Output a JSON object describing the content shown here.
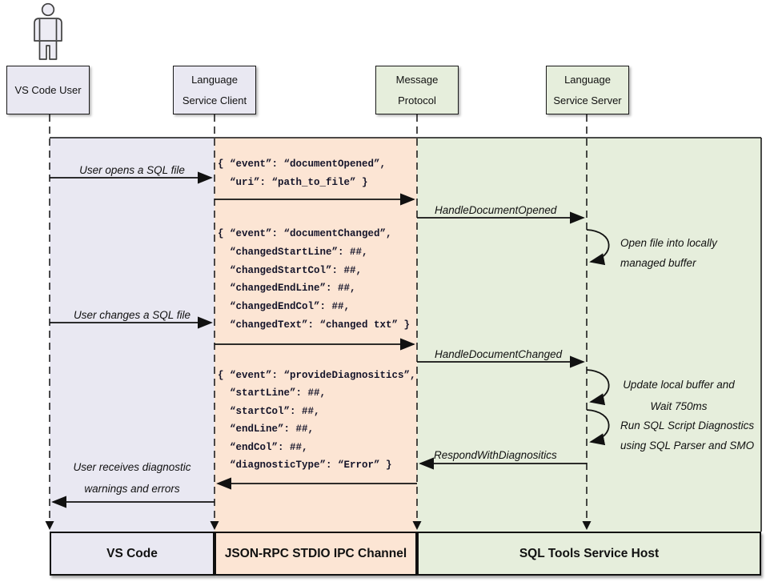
{
  "title_boxes": {
    "user": "VS Code User",
    "client": "Language Service Client",
    "protocol": "Message Protocol",
    "server": "Language Service Server"
  },
  "labels": {
    "user_opens": "User opens a SQL file",
    "handle_opened": "HandleDocumentOpened",
    "open_file_note": "Open file into locally\nmanaged buffer",
    "user_changes": "User changes a SQL file",
    "handle_changed": "HandleDocumentChanged",
    "update_note": "Update local buffer and\nWait 750ms",
    "run_note": "Run SQL Script Diagnostics\nusing SQL Parser and SMO",
    "respond": "RespondWithDiagnositics",
    "user_receives": "User receives diagnostic\nwarnings and errors"
  },
  "json_messages": {
    "document_opened": "{ “event”: “documentOpened”,\n  “uri”: “path_to_file” }",
    "document_changed": "{ “event”: “documentChanged”,\n  “changedStartLine”: ##,\n  “changedStartCol”: ##,\n  “changedEndLine”: ##,\n  “changedEndCol”: ##,\n  “changedText”: “changed txt” }",
    "provide_diagnostics": "{ “event”: “provideDiagnositics”,\n  “startLine”: ##,\n  “startCol”: ##,\n  “endLine”: ##,\n  “endCol”: ##,\n  “diagnosticType”: “Error” }"
  },
  "footer": {
    "vscode": "VS Code",
    "ipc": "JSON-RPC STDIO IPC Channel",
    "host": "SQL Tools Service Host"
  },
  "icons": {
    "person": "user-actor-icon"
  },
  "colors": {
    "lane_lavender": "#E9E8F2",
    "lane_peach": "#FCE5D4",
    "lane_green": "#E6EEDC",
    "line": "#111111",
    "json_text": "#15152A"
  }
}
